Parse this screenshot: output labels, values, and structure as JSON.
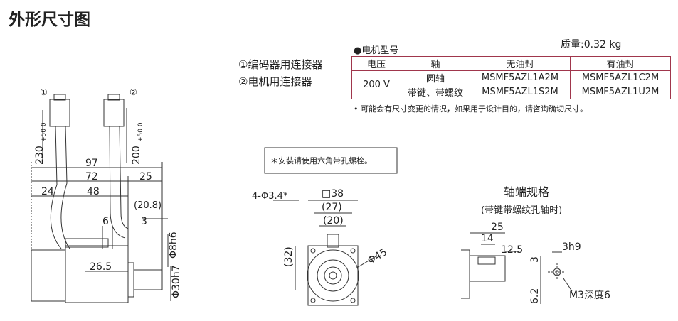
{
  "title": "外形尺寸图",
  "legend": {
    "encoder_connector": "①编码器用连接器",
    "motor_connector": "②电机用连接器"
  },
  "model_header": "●电机型号",
  "mass": "质量:0.32 kg",
  "table": {
    "headers": [
      "电压",
      "轴",
      "无油封",
      "有油封"
    ],
    "voltage": "200 V",
    "rows": [
      {
        "shaft": "圆轴",
        "no_seal": "MSMF5AZL1A2M",
        "with_seal": "MSMF5AZL1C2M"
      },
      {
        "shaft": "带键、带螺纹",
        "no_seal": "MSMF5AZL1S2M",
        "with_seal": "MSMF5AZL1U2M"
      }
    ]
  },
  "note": "• 可能会有尺寸变更的情况，如果用于设计目的，请咨询确切尺寸。",
  "install_note": "＊安装请使用六角带孔螺栓。",
  "side_view": {
    "marker_1": "①",
    "marker_2": "②",
    "dim_230": "230",
    "tol_230": "+50 0",
    "dim_200": "200",
    "tol_200": "+50 0",
    "dim_97": "97",
    "dim_72": "72",
    "dim_25": "25",
    "dim_24": "24",
    "dim_48": "48",
    "dim_208": "(20.8)",
    "dim_6": "6",
    "dim_3": "3",
    "dim_265": "26.5",
    "dim_phi8": "Φ8h6",
    "dim_phi30": "Φ30h7"
  },
  "front_view": {
    "hole_label": "4-Φ3.4*",
    "dim_38": "□38",
    "dim_27": "(27)",
    "dim_20": "(20)",
    "dim_32": "(32)",
    "dim_phi45": "Φ45"
  },
  "shaft_end": {
    "title": "轴端规格",
    "subtitle": "(带键带螺纹孔轴时)",
    "dim_25": "25",
    "dim_14": "14",
    "dim_125": "12.5",
    "dim_3h9": "3h9",
    "dim_3": "3",
    "dim_62": "6.2",
    "dim_m3": "M3深度6"
  }
}
